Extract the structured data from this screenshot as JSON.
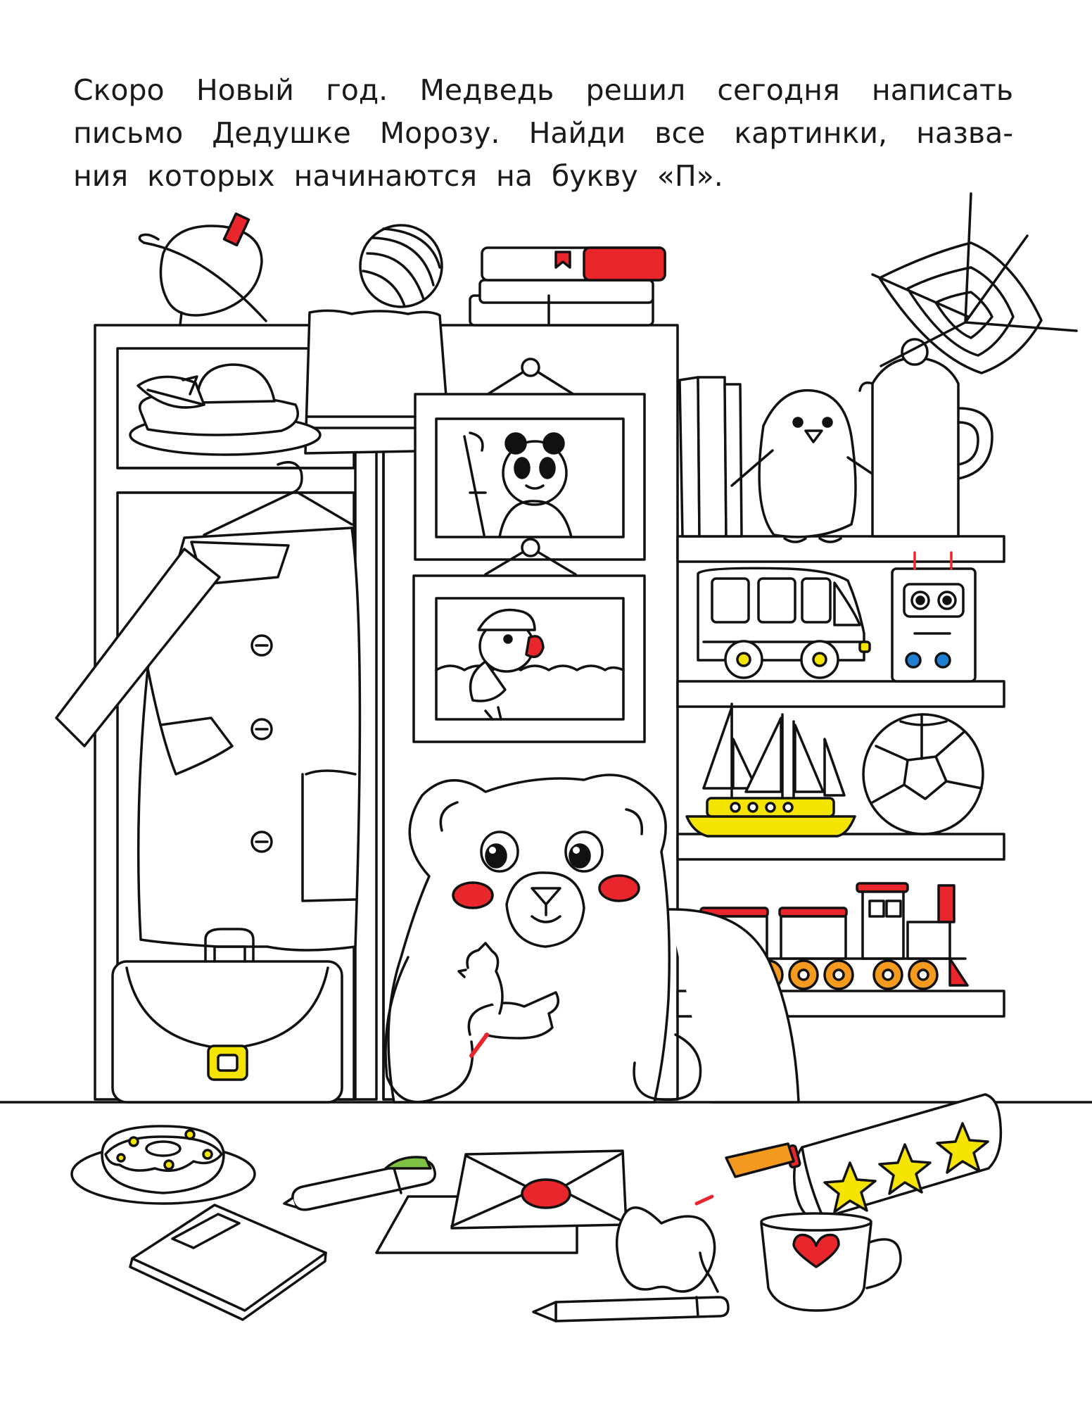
{
  "task": {
    "lines": [
      "Скоро Новый год. Медведь решил сегодня написать",
      "письмо Дедушке Морозу. Найди все картинки, назва-",
      "ния которых начинаются на букву «П»."
    ]
  },
  "colors": {
    "ink": "#111111",
    "red": "#e8262b",
    "yellow": "#f5e400",
    "orange": "#f39a1f",
    "blue": "#1f7fd1",
    "green": "#7dc242",
    "paper": "#ffffff"
  }
}
